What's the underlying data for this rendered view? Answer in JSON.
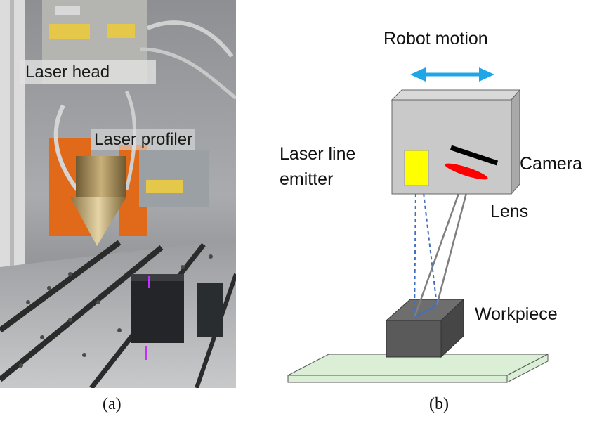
{
  "panel_a": {
    "labels": {
      "laser_head": "Laser head",
      "laser_profiler": "Laser profiler"
    },
    "caption": "(a)"
  },
  "panel_b": {
    "labels": {
      "robot_motion": "Robot motion",
      "laser_line_1": "Laser line",
      "laser_line_2": "emitter",
      "camera": "Camera",
      "lens": "Lens",
      "workpiece": "Workpiece"
    },
    "caption": "(b)",
    "colors": {
      "motion_arrow": "#1fa6e6",
      "profiler_box": "#c9c9c9",
      "emitter": "#ffff00",
      "camera_sensor": "#000000",
      "lens": "#ff0000",
      "laser_beam": "#3f6fc0",
      "camera_ray": "#7f7f7f",
      "workpiece": "#5a5a5a",
      "table": "#dbeed6"
    }
  }
}
